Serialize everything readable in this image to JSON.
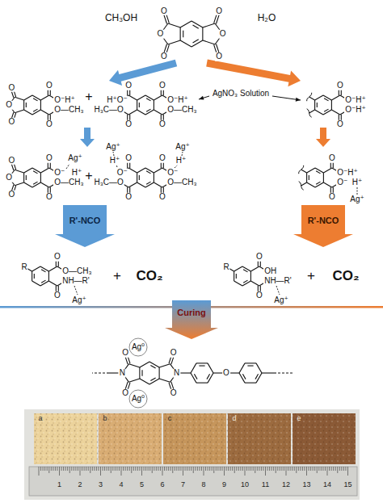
{
  "diagram": {
    "labels": [
      "CH₃OH",
      "H₂O",
      "O",
      "O",
      "O",
      "O",
      "O",
      "O",
      "O",
      "O",
      "O",
      "O",
      "O⁻H⁺",
      "O",
      "O—CH₃",
      "+",
      "O",
      "H⁺O⁻",
      "O",
      "O⁻H⁺",
      "O",
      "H₃C—O",
      "O",
      "O—CH₃",
      "AgNO₃ Solution",
      "O",
      "O⁻H⁺",
      "O",
      "O⁻H⁺",
      "O",
      "O",
      "O",
      "O",
      "O⁻",
      "H⁺",
      "Ag⁺",
      "O",
      "O—CH₃",
      "+",
      "O",
      "O⁻",
      "H⁺",
      "Ag⁺",
      "O",
      "O⁻",
      "H⁺",
      "Ag⁺",
      "O",
      "H₃C—O",
      "O",
      "O—CH₃",
      "O",
      "O⁻H⁺",
      "O",
      "O⁻",
      "H⁺",
      "Ag⁺",
      "R'-NCO",
      "R'-NCO",
      "R",
      "O",
      "O—CH₃",
      "O",
      "NH—R'",
      "Ag⁺",
      "+",
      "CO₂",
      "R",
      "O",
      "OH",
      "O",
      "NH—R'",
      "Ag⁺",
      "+",
      "CO₂",
      "Curing",
      "O",
      "N",
      "O",
      "O",
      "N",
      "O",
      "O",
      "Ag⁰",
      "Ag⁰",
      "a",
      "b",
      "c",
      "d",
      "e",
      "1",
      "2",
      "3",
      "4",
      "5",
      "6",
      "7",
      "8",
      "9",
      "10",
      "11",
      "12",
      "13",
      "14",
      "15"
    ]
  }
}
